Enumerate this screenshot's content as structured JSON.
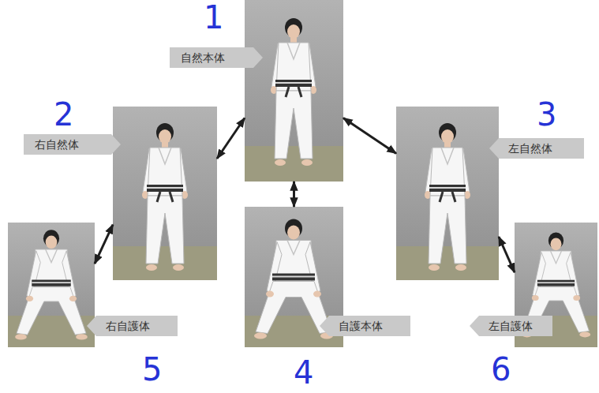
{
  "diagram": {
    "nodes": [
      {
        "text": [
          "自然本体"
        ]
      },
      {
        "text": [
          "右自然体"
        ]
      },
      {
        "text": [
          "左自然体"
        ]
      },
      {
        "text": [
          "右自護体"
        ]
      },
      {
        "text": [
          "自護本体"
        ]
      },
      {
        "text": [
          "左自護体"
        ]
      }
    ],
    "edges": [
      {
        "from": 0,
        "to": 1,
        "arrow": "both"
      },
      {
        "from": 0,
        "to": 2,
        "arrow": "both"
      },
      {
        "from": 0,
        "to": 4,
        "arrow": "both"
      },
      {
        "from": 1,
        "to": 3,
        "arrow": "both"
      },
      {
        "from": 2,
        "to": 5,
        "arrow": "both"
      }
    ],
    "labels": [
      "1",
      "2",
      "3",
      "5",
      "4",
      "6"
    ]
  }
}
